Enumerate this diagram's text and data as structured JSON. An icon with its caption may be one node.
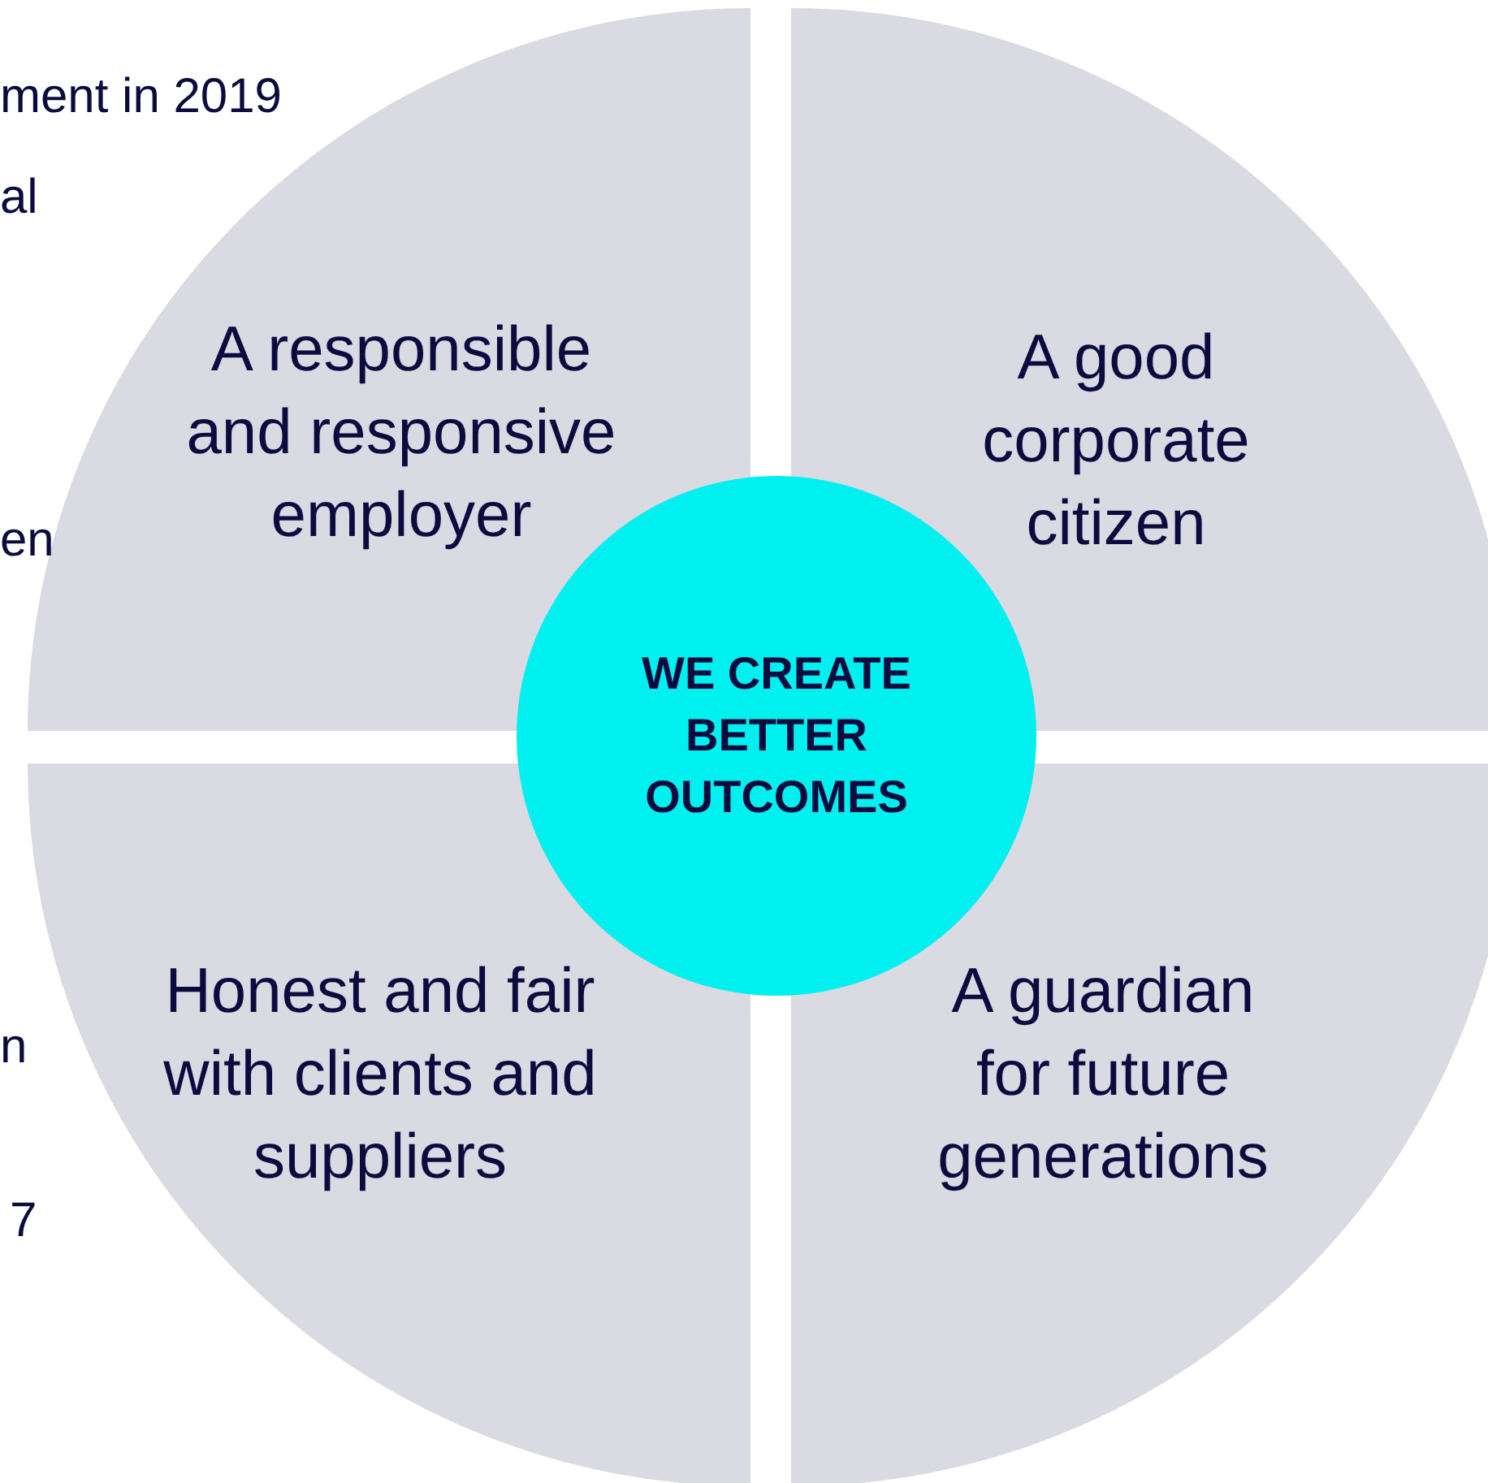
{
  "diagram": {
    "nodes": [
      {
        "text": [
          "A responsible and responsive employer"
        ]
      },
      {
        "text": [
          "A good corporate citizen"
        ]
      },
      {
        "text": [
          "Honest and fair with clients and suppliers"
        ]
      },
      {
        "text": [
          "A guardian for future generations"
        ]
      },
      {
        "text": [
          "WE CREATE BETTER OUTCOMES"
        ]
      }
    ],
    "labels": [
      "ment in 2019",
      "al",
      "en",
      "n",
      "7"
    ]
  }
}
